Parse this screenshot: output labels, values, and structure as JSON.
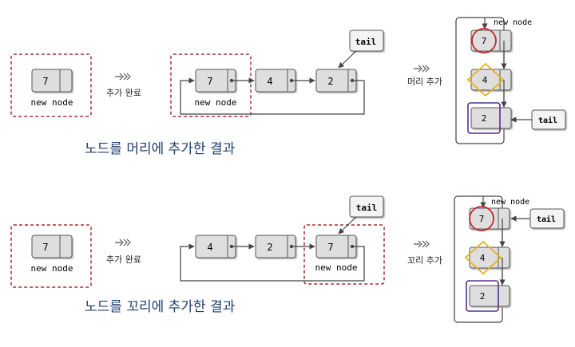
{
  "colors": {
    "dashed_box": "#a33030",
    "node_fill": "#dedede",
    "node_stroke": "#555555",
    "caption": "#1f3e6e",
    "highlight_red": "#c0282d",
    "highlight_yellow": "#e8b020",
    "highlight_purple": "#5a2f8a"
  },
  "icons": {
    "step_arrow": "double-chevron-arrow-icon"
  },
  "rows": [
    {
      "id": "head",
      "new_node_value": "7",
      "new_node_label": "new node",
      "step_label": "추가 완료",
      "list_values": [
        "7",
        "4",
        "2"
      ],
      "list_new_node_label": "new node",
      "tail_label": "tail",
      "circular_step_label": "머리 추가",
      "circular_values": [
        "7",
        "4",
        "2"
      ],
      "circular_new_node_label": "new node",
      "circular_tail_label": "tail",
      "caption": "노드를 머리에 추가한 결과"
    },
    {
      "id": "tail",
      "new_node_value": "7",
      "new_node_label": "new node",
      "step_label": "추가 완료",
      "list_values": [
        "4",
        "2",
        "7"
      ],
      "list_new_node_label": "new node",
      "tail_label": "tail",
      "circular_step_label": "꼬리 추가",
      "circular_values": [
        "7",
        "4",
        "2"
      ],
      "circular_new_node_label": "new node",
      "circular_tail_label": "tail",
      "caption": "노드를 꼬리에 추가한 결과"
    }
  ]
}
